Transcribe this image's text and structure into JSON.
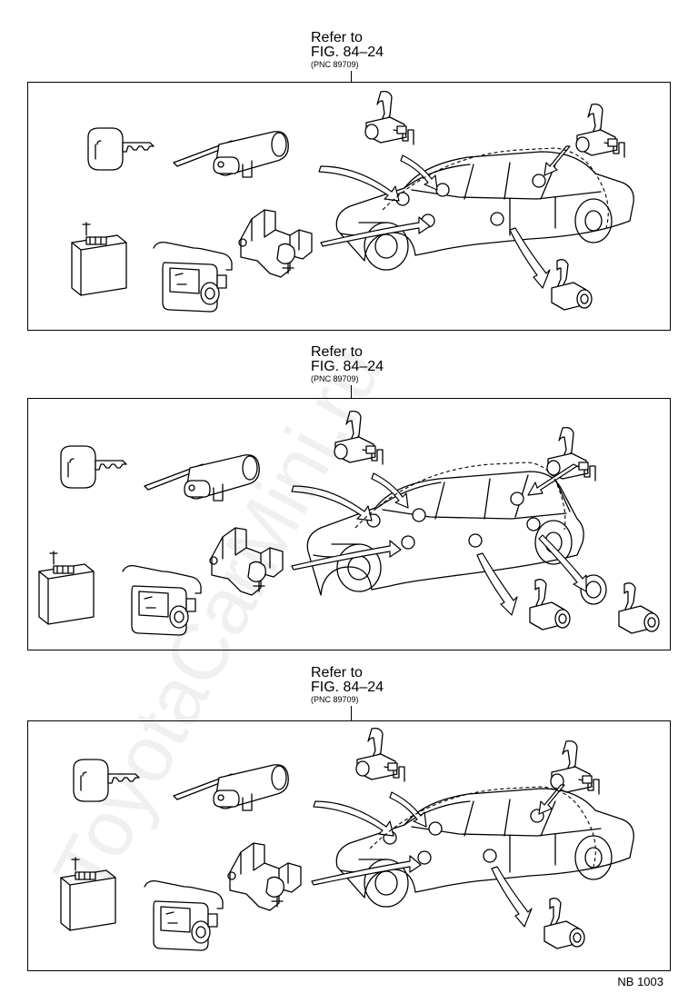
{
  "references": [
    {
      "line1": "Refer to",
      "line2": "FIG. 84–24",
      "line3": "(PNC 89709)"
    },
    {
      "line1": "Refer to",
      "line2": "FIG. 84–24",
      "line3": "(PNC 89709)"
    },
    {
      "line1": "Refer to",
      "line2": "FIG. 84–24",
      "line3": "(PNC 89709)"
    }
  ],
  "drawing_code": "NB 1003",
  "watermark": "ToyotaCarMini.ru"
}
